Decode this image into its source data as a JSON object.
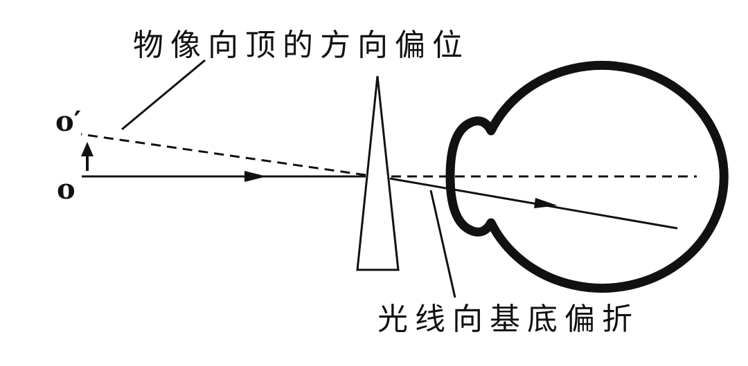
{
  "labels": {
    "image_shift": "物像向顶的方向偏位",
    "light_bend": "光线向基底偏折",
    "object_image": "o′",
    "object": "o"
  },
  "colors": {
    "ink": "#111111",
    "background": "#ffffff"
  },
  "icons": {
    "object_arrow": "up-arrow-icon",
    "ray_arrows": "arrowhead-icon"
  }
}
